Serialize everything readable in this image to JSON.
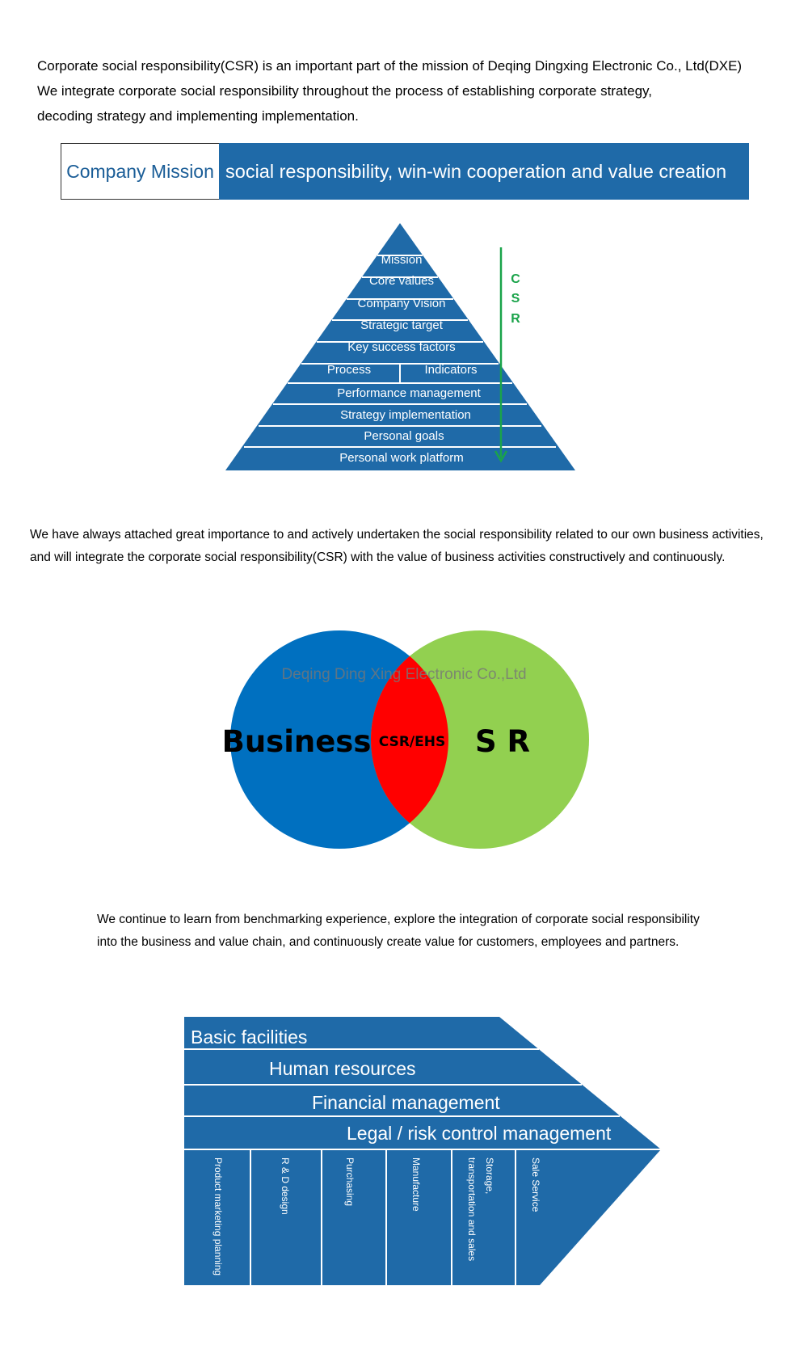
{
  "intro": {
    "line1": "Corporate social responsibility(CSR) is an important part of the mission of Deqing Dingxing Electronic Co., Ltd(DXE)",
    "line2": "We integrate corporate social responsibility throughout the process of establishing corporate strategy,",
    "line3": "decoding strategy and implementing implementation."
  },
  "mission": {
    "label": "Company Mission",
    "value": "social responsibility, win-win cooperation and value creation"
  },
  "pyramid": {
    "levels": [
      "Mission",
      "Core values",
      "Company Vision",
      "Strategic target",
      "Key success factors"
    ],
    "split": [
      "Process",
      "Indicators"
    ],
    "lower": [
      "Performance management",
      "Strategy implementation",
      "Personal goals",
      "Personal work platform"
    ],
    "arrow_letters": [
      "C",
      "S",
      "R"
    ]
  },
  "para2": {
    "line1": "We have always attached great importance to and actively undertaken the social responsibility related to our own business activities,",
    "line2": "and will integrate the corporate social responsibility(CSR) with the value of business activities constructively and continuously."
  },
  "venn": {
    "watermark": "Deqing Ding Xing Electronic Co.,Ltd",
    "left": "Business",
    "center": "CSR/EHS",
    "right": "S R"
  },
  "para3": {
    "line1": "We continue to learn from benchmarking experience, explore the integration of corporate social responsibility",
    "line2": "into the business and value chain, and continuously create value for customers, employees and partners."
  },
  "value_chain": {
    "support": [
      "Basic facilities",
      "Human resources",
      "Financial management",
      "Legal / risk control management"
    ],
    "primary": [
      "Product marketing planning",
      "R & D design",
      "Purchasing",
      "Manufacture",
      "Storage,",
      "transportation and sales",
      "Sale Service"
    ]
  },
  "colors": {
    "blue": "#1f6aa8",
    "venn_blue": "#0070c0",
    "venn_green": "#92d050",
    "venn_red": "#ff0000",
    "arrow_green": "#1aa34a",
    "mission_label_text": "#1a5d97"
  }
}
